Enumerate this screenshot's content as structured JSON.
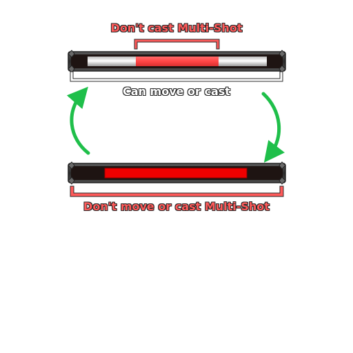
{
  "labels": {
    "top": "Don't cast Multi-Shot",
    "middle": "Can move or cast",
    "bottom": "Don't move or cast Multi-Shot"
  },
  "colors": {
    "accent_red": "#ff4a4a",
    "bar_red": "#ee0000",
    "arrow_green": "#1fbf4a",
    "frame_dark": "#3a3a3a"
  }
}
